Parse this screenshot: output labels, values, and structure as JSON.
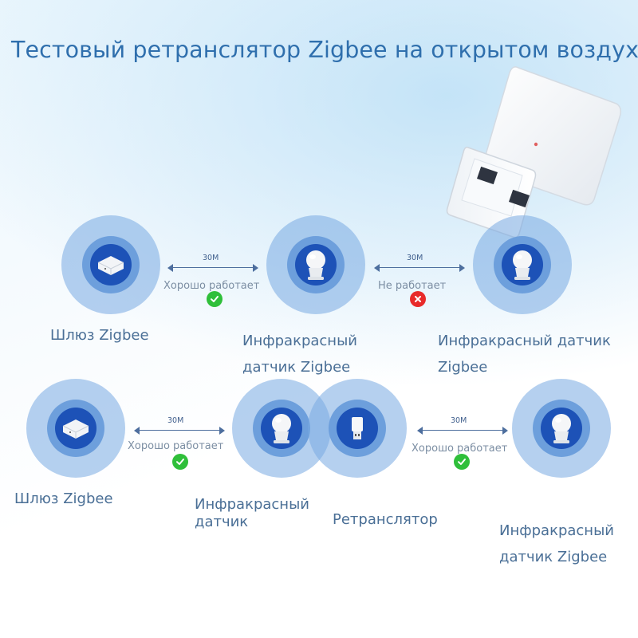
{
  "title": "Тестовый ретранслятор Zigbee на открытом воздухе.",
  "row1": {
    "nodes": [
      {
        "label": "Шлюз Zigbee",
        "icon": "zigbee-gateway-icon"
      },
      {
        "label": "Инфракрасный датчик Zigbee",
        "icon": "infrared-sensor-icon"
      },
      {
        "label": "Инфракрасный датчик Zigbee",
        "icon": "infrared-sensor-icon"
      }
    ],
    "links": [
      {
        "distance": "30M",
        "status": "Хорошо работает",
        "result": "ok"
      },
      {
        "distance": "30M",
        "status": "Не работает",
        "result": "fail"
      }
    ]
  },
  "row2": {
    "nodes": [
      {
        "label": "Шлюз Zigbee",
        "icon": "zigbee-gateway-icon"
      },
      {
        "label": "Инфракрасный датчик",
        "icon": "infrared-sensor-icon"
      },
      {
        "label": "Ретранслятор",
        "icon": "usb-repeater-icon"
      },
      {
        "label": "Инфракрасный датчик Zigbee",
        "icon": "infrared-sensor-icon"
      }
    ],
    "links": [
      {
        "distance": "30M",
        "status": "Хорошо работает",
        "result": "ok"
      },
      {
        "distance": "30M",
        "status": "Хорошо работает",
        "result": "ok"
      }
    ]
  },
  "colors": {
    "title": "#2f6fad",
    "circle_outer": "#8fb6e4",
    "circle_core": "#1d52b7",
    "ok": "#2fbf3a",
    "fail": "#e82a2a",
    "label": "#4a6f96"
  }
}
